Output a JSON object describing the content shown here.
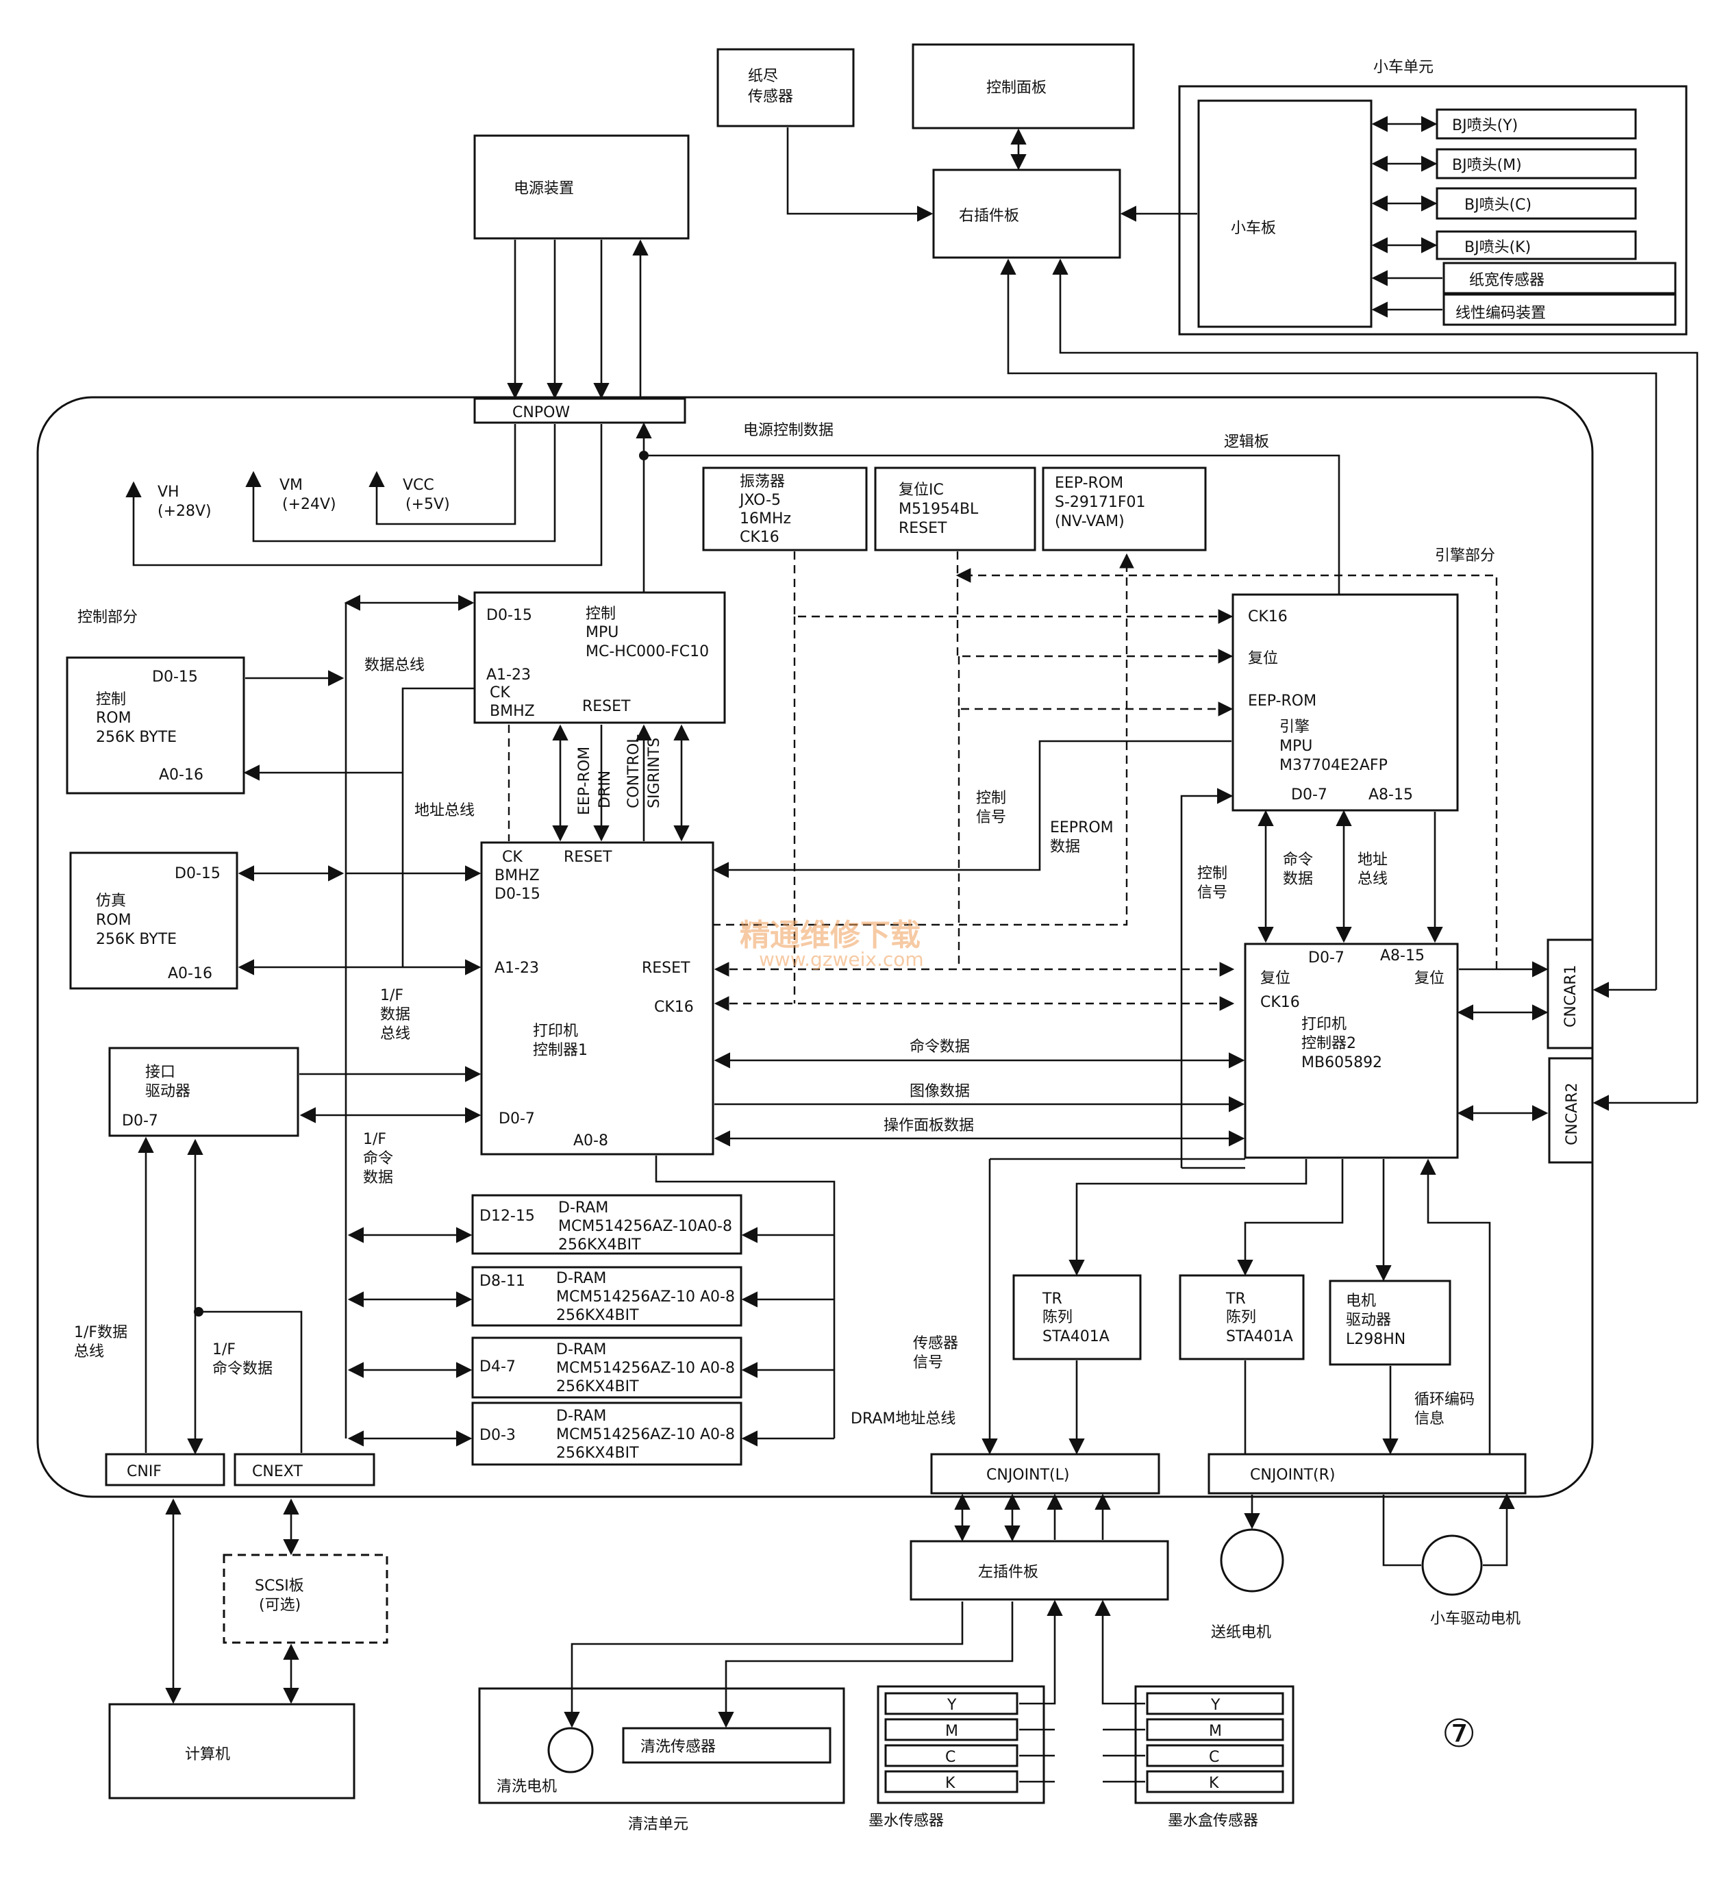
{
  "blocks": {
    "paper_end_sensor": [
      "纸尽",
      "传感器"
    ],
    "control_panel": "控制面板",
    "carriage_unit_label": "小车单元",
    "carriage_board": "小车板",
    "right_board": "右插件板",
    "bj_y": "BJ喷头(Y)",
    "bj_m": "BJ喷头(M)",
    "bj_c": "BJ喷头(C)",
    "bj_k": "BJ喷头(K)",
    "paper_width_sensor": "纸宽传感器",
    "linear_encoder": "线性编码装置",
    "power_supply": "电源装置",
    "cnpow": "CNPOW",
    "power_ctrl_data": "电源控制数据",
    "logic_board": "逻辑板",
    "vh": [
      "VH",
      "(+28V)"
    ],
    "vm": [
      "VM",
      "(+24V)"
    ],
    "vcc": [
      "VCC",
      "(+5V)"
    ],
    "oscillator": [
      "振荡器",
      "JXO-5",
      "16MHz",
      "CK16"
    ],
    "reset_ic": [
      "复位IC",
      "M51954BL",
      "RESET"
    ],
    "eeprom": [
      "EEP-ROM",
      "S-29171F01",
      "(NV-VAM)"
    ],
    "engine_section": "引擎部分",
    "control_section": "控制部分",
    "control_mpu": [
      "D0-15",
      "控制",
      "MPU",
      "MC-HC000-FC10",
      "A1-23",
      "CK",
      "BMHZ",
      "RESET"
    ],
    "engine_mpu": [
      "CK16",
      "复位",
      "EEP-ROM",
      "引擎",
      "MPU",
      "M37704E2AFP",
      "D0-7",
      "A8-15"
    ],
    "control_rom": [
      "D0-15",
      "控制",
      "ROM",
      "256K BYTE",
      "A0-16"
    ],
    "emu_rom": [
      "D0-15",
      "仿真",
      "ROM",
      "256K BYTE",
      "A0-16"
    ],
    "data_bus": "数据总线",
    "address_bus": "地址总线",
    "if_data_bus": [
      "1/F",
      "数据",
      "总线"
    ],
    "if_cmd_data": [
      "1/F",
      "命令",
      "数据"
    ],
    "if_driver": [
      "接口",
      "驱动器",
      "D0-7"
    ],
    "printer_ctrl1": [
      "CK",
      "BMHZ",
      "D0-15",
      "RESET",
      "A1-23",
      "RESET",
      "CK16",
      "打印机",
      "控制器1",
      "D0-7",
      "A0-8"
    ],
    "printer_ctrl2": [
      "D0-7",
      "A8-15",
      "复位",
      "复位",
      "CK16",
      "打印机",
      "控制器2",
      "MB605892"
    ],
    "vert_labels": [
      "EEP-ROM",
      "DRIN",
      "CONTROL",
      "SIGRINTS"
    ],
    "ctrl_signal": [
      "控制",
      "信号"
    ],
    "eeprom_data": [
      "EEPROM",
      "数据"
    ],
    "ctrl_signal2": [
      "控制",
      "信号"
    ],
    "cmd_data_v": [
      "命令",
      "数据"
    ],
    "addr_bus_v": [
      "地址",
      "总线"
    ],
    "cmd_data": "命令数据",
    "image_data": "图像数据",
    "panel_data": "操作面板数据",
    "cncar1": "CNCAR1",
    "cncar2": "CNCAR2",
    "dram1": [
      "D12-15",
      "D-RAM",
      "MCM514256AZ-10A0-8",
      "256KX4BIT"
    ],
    "dram2": [
      "D8-11",
      "D-RAM",
      "MCM514256AZ-10",
      "A0-8",
      "256KX4BIT"
    ],
    "dram3": [
      "D4-7",
      "D-RAM",
      "MCM514256AZ-10",
      "A0-8",
      "256KX4BIT"
    ],
    "dram4": [
      "D0-3",
      "D-RAM",
      "MCM514256AZ-10",
      "A0-8",
      "256KX4BIT"
    ],
    "dram_addr_bus": "DRAM地址总线",
    "tr_array1": [
      "TR",
      "陈列",
      "STA401A"
    ],
    "tr_array2": [
      "TR",
      "陈列",
      "STA401A"
    ],
    "motor_driver": [
      "电机",
      "驱动器",
      "L298HN"
    ],
    "sensor_signal": [
      "传感器",
      "信号"
    ],
    "cyclic_encoder": [
      "循环编码",
      "信息"
    ],
    "if_data_bus2": [
      "1/F数据",
      "总线"
    ],
    "if_cmd_data2": [
      "1/F",
      "命令数据"
    ],
    "cnif": "CNIF",
    "cnext": "CNEXT",
    "cnjoint_l": "CNJOINT(L)",
    "cnjoint_r": "CNJOINT(R)",
    "scsi": [
      "SCSI板",
      "(可选)"
    ],
    "computer": "计算机",
    "left_board": "左插件板",
    "paper_feed_motor": "送纸电机",
    "carriage_motor": "小车驱动电机",
    "cleaning_motor": "清洗电机",
    "cleaning_sensor": "清洗传感器",
    "cleaning_unit": "清洁单元",
    "ink_y": "Y",
    "ink_m": "M",
    "ink_c": "C",
    "ink_k": "K",
    "ink_sensor": "墨水传感器",
    "cart_sensor": "墨水盒传感器",
    "figure_number": "⑦"
  },
  "watermark": [
    "精通维修下载",
    "www.gzweix.com"
  ]
}
